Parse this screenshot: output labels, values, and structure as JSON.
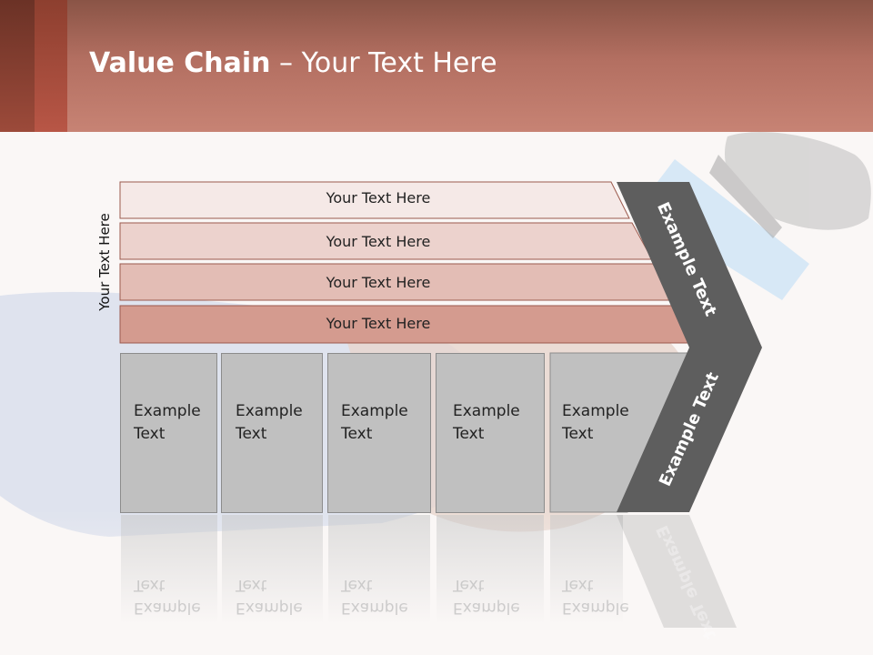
{
  "slide": {
    "title_bold": "Value Chain",
    "title_rest": " – Your Text Here",
    "side_label": "Your Text Here",
    "bands": [
      {
        "label": "Your Text Here",
        "fill": "#f5e9e7"
      },
      {
        "label": "Your Text Here",
        "fill": "#ecd2cd"
      },
      {
        "label": "Your Text Here",
        "fill": "#e3bdb5"
      },
      {
        "label": "Your Text Here",
        "fill": "#d49b8f"
      }
    ],
    "columns": [
      {
        "line1": "Example",
        "line2": "Text"
      },
      {
        "line1": "Example",
        "line2": "Text"
      },
      {
        "line1": "Example",
        "line2": "Text"
      },
      {
        "line1": "Example",
        "line2": "Text"
      },
      {
        "line1": "Example",
        "line2": "Text"
      }
    ],
    "chevron": {
      "upper": "Example Text",
      "lower": "Example Text",
      "color": "#5e5e5e"
    }
  }
}
